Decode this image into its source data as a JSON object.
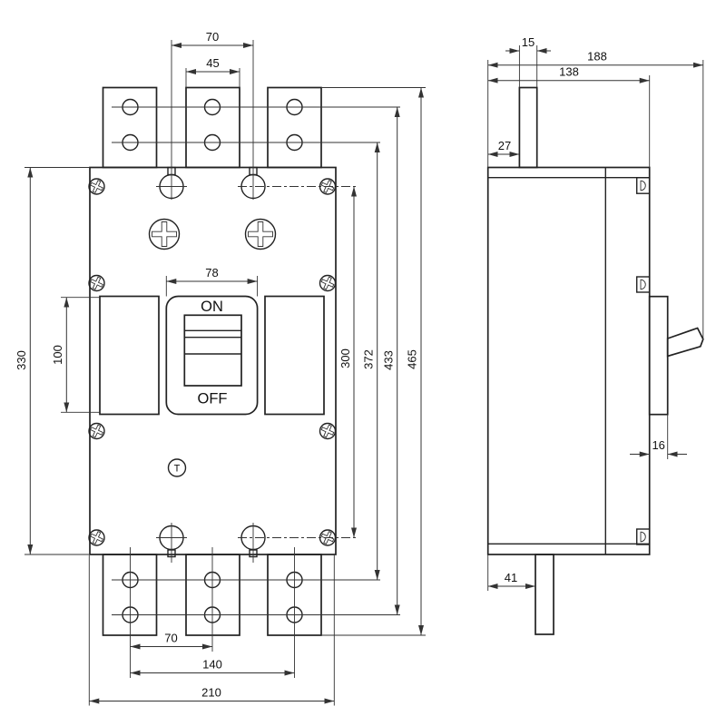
{
  "drawing": {
    "front_view": {
      "switch_on_label": "ON",
      "switch_off_label": "OFF",
      "test_button_label": "T",
      "dims": {
        "top_screw_pitch": "70",
        "tab_width": "45",
        "handle_window_width": "78",
        "recess_height": "100",
        "body_height": "330",
        "screw_span_vertical": "300",
        "hole_span_inner": "372",
        "hole_span_outer": "433",
        "overall_height": "465",
        "bottom_hole_pitch": "70",
        "bottom_hole_span": "140",
        "body_width": "210"
      }
    },
    "side_view": {
      "dims": {
        "blade_width": "15",
        "overall_depth": "188",
        "body_depth": "138",
        "blade_offset_front": "27",
        "handle_plate_depth": "16",
        "blade_offset_bottom": "41"
      }
    }
  }
}
